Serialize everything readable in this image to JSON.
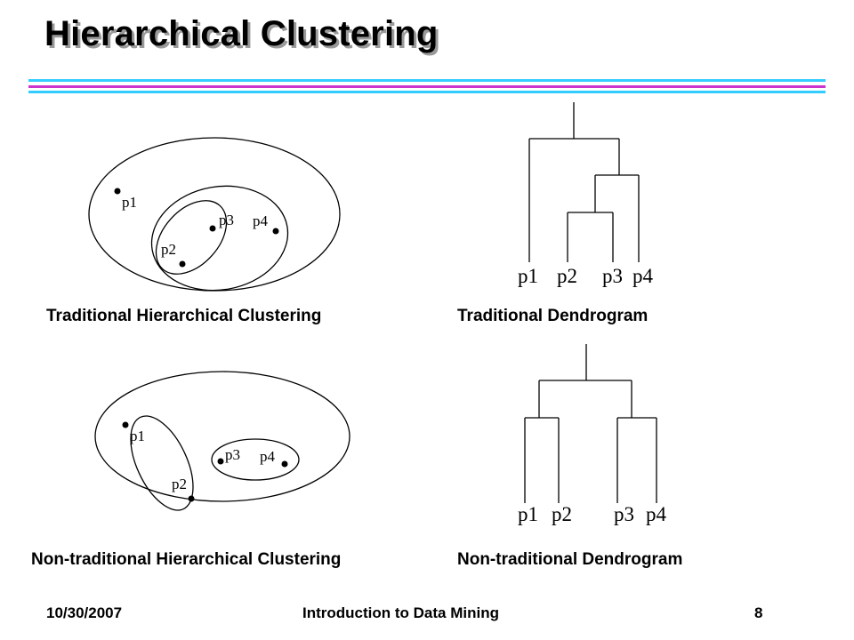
{
  "slide": {
    "title": "Hierarchical Clustering",
    "colors": {
      "rule_blue": "#33ccff",
      "rule_magenta": "#cc33cc",
      "ink": "#000000",
      "title_shadow": "#9a9a9a"
    }
  },
  "panels": {
    "traditional_clustering": {
      "caption": "Traditional Hierarchical Clustering",
      "points": [
        "p1",
        "p2",
        "p3",
        "p4"
      ]
    },
    "traditional_dendrogram": {
      "caption": "Traditional Dendrogram",
      "leaves": [
        "p1",
        "p2",
        "p3",
        "p4"
      ]
    },
    "nontraditional_clustering": {
      "caption": "Non-traditional Hierarchical Clustering",
      "points": [
        "p1",
        "p2",
        "p3",
        "p4"
      ]
    },
    "nontraditional_dendrogram": {
      "caption": "Non-traditional Dendrogram",
      "leaves": [
        "p1",
        "p2",
        "p3",
        "p4"
      ]
    }
  },
  "footer": {
    "date": "10/30/2007",
    "course": "Introduction to Data Mining",
    "page": "8"
  }
}
